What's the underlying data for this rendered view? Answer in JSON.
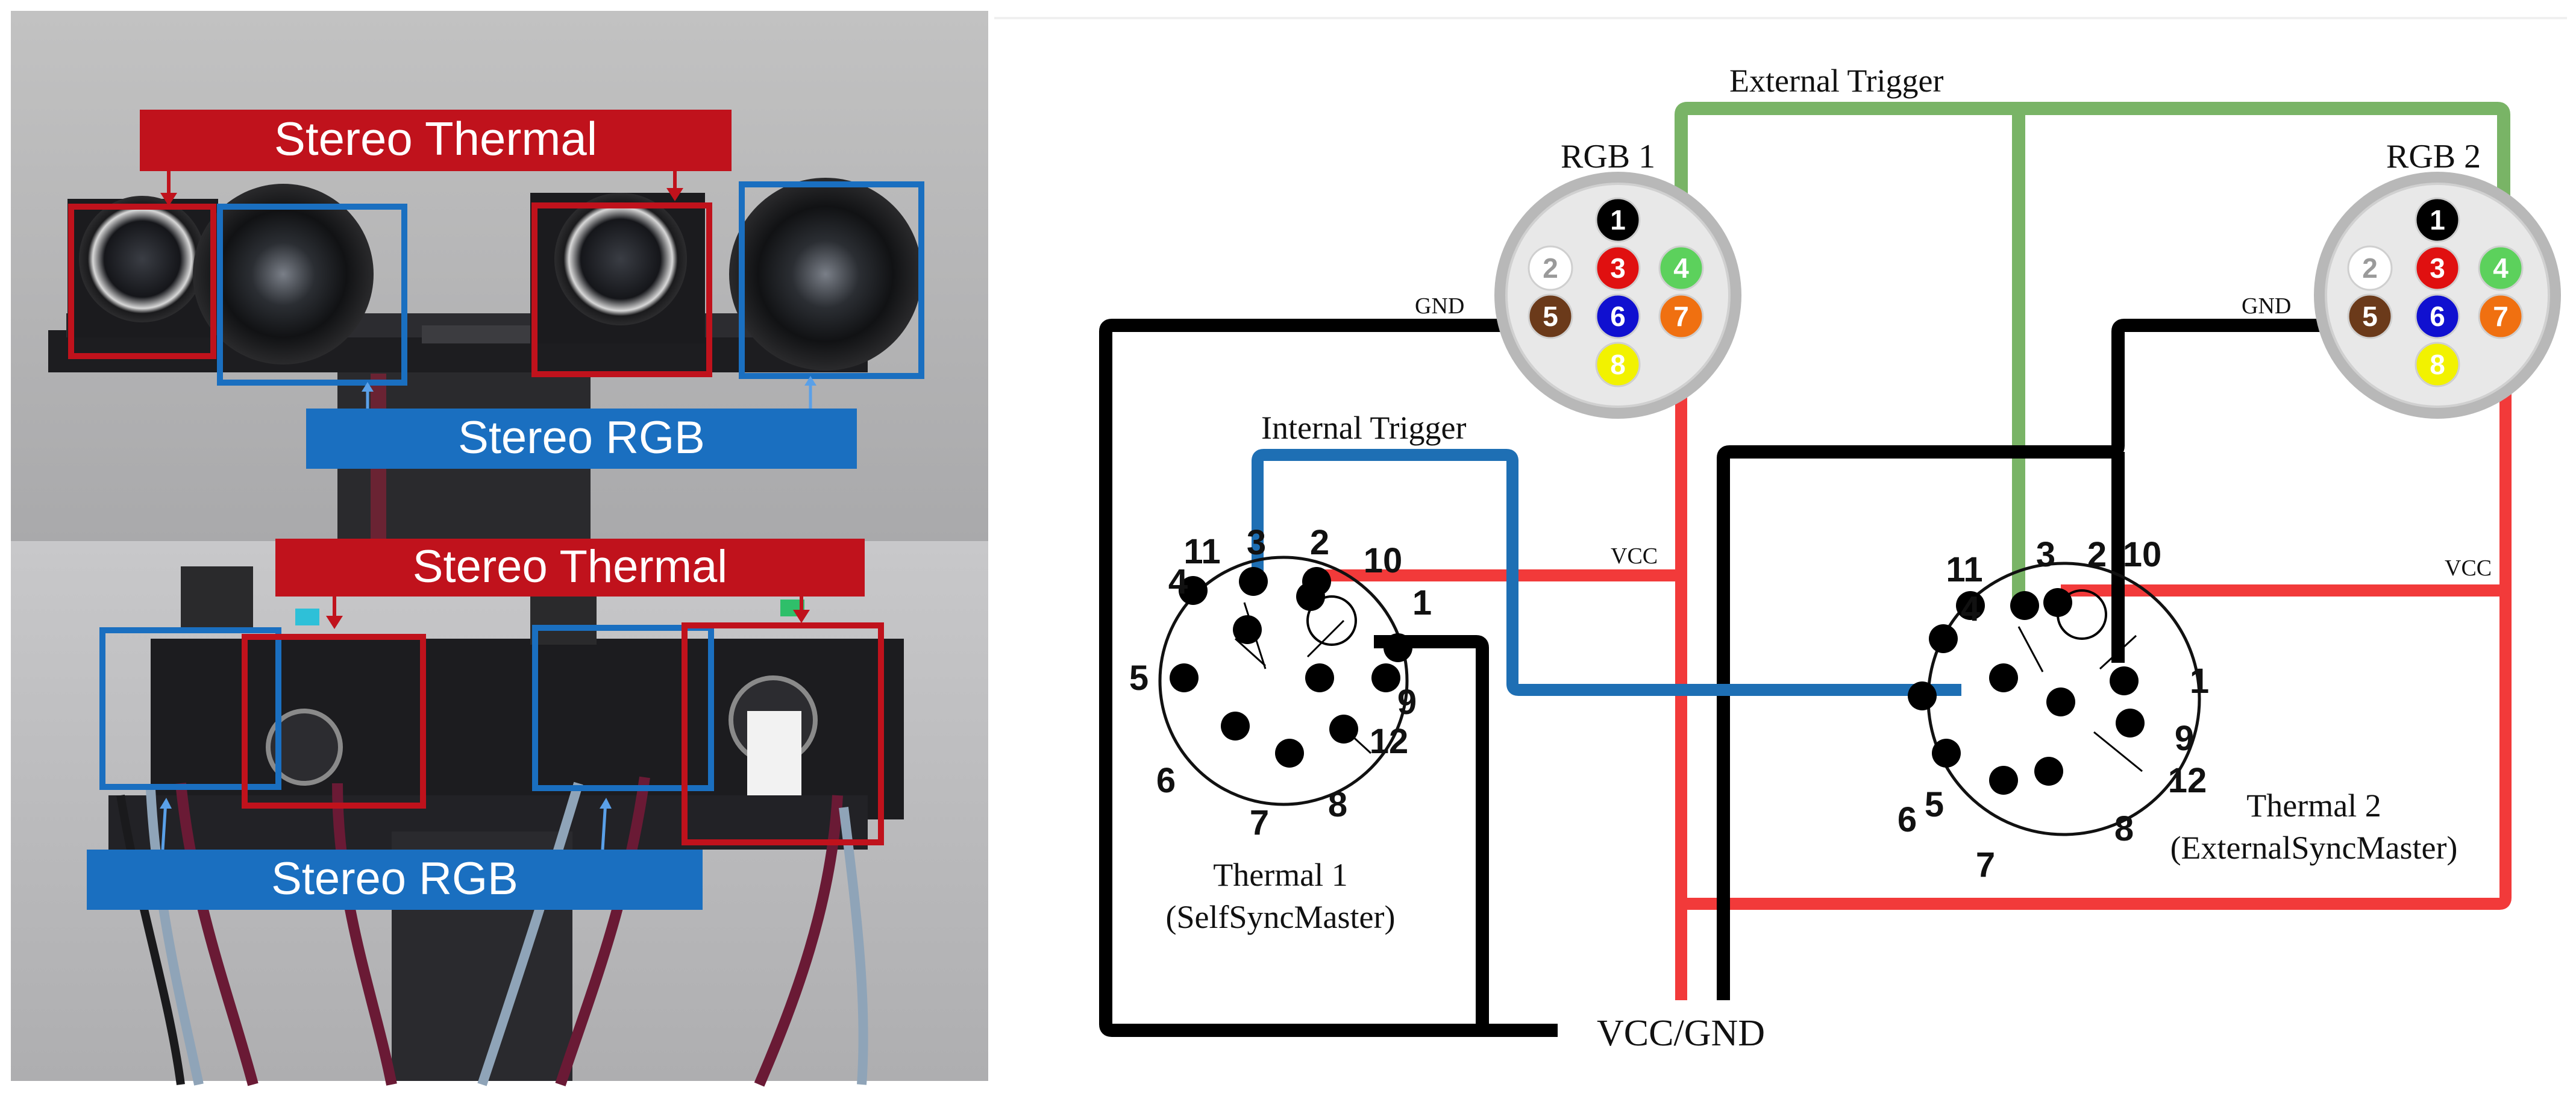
{
  "photo": {
    "top_thermal_label": "Stereo Thermal",
    "top_rgb_label": "Stereo RGB",
    "bottom_thermal_label": "Stereo Thermal",
    "bottom_rgb_label": "Stereo RGB",
    "colors": {
      "thermal": "#c0121c",
      "rgb": "#1a6fc0"
    }
  },
  "wiring": {
    "external_trigger": "External Trigger",
    "internal_trigger": "Internal Trigger",
    "rgb1_label": "RGB 1",
    "rgb2_label": "RGB 2",
    "gnd_left": "GND",
    "gnd_right": "GND",
    "vcc_left": "VCC",
    "vcc_right": "VCC",
    "power_label": "VCC/GND",
    "thermal1_name": "Thermal 1",
    "thermal1_mode": "(SelfSyncMaster)",
    "thermal2_name": "Thermal 2",
    "thermal2_mode": "(ExternalSyncMaster)",
    "rgb_pins": [
      "1",
      "2",
      "3",
      "4",
      "5",
      "6",
      "7",
      "8"
    ],
    "thermal_pins": [
      "1",
      "2",
      "3",
      "4",
      "5",
      "6",
      "7",
      "8",
      "9",
      "10",
      "11",
      "12"
    ],
    "colors": {
      "trigger_external": "#79b466",
      "trigger_internal": "#1e6fb4",
      "vcc": "#f23a3a",
      "gnd": "#000000"
    }
  }
}
